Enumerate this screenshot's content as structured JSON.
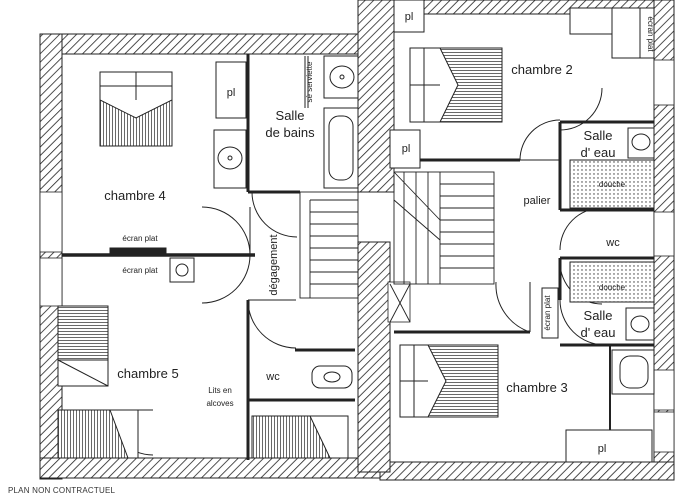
{
  "rooms": {
    "chambre4": "chambre 4",
    "chambre5": "chambre 5",
    "chambre2": "chambre 2",
    "chambre3": "chambre 3",
    "salle_de_bains_line1": "Salle",
    "salle_de_bains_line2": "de bains",
    "salle_eau_top_line1": "Salle",
    "salle_eau_top_line2": "d' eau",
    "salle_eau_bottom_line1": "Salle",
    "salle_eau_bottom_line2": "d' eau",
    "palier": "palier",
    "degagement": "dégagement",
    "wc_left": "wc",
    "wc_right": "wc"
  },
  "fixtures": {
    "pl": "pl",
    "ecran_plat": "écran plat",
    "seche_serviette": "sè serviette",
    "douche": "douche",
    "lits_line1": "Lits en",
    "lits_line2": "alcoves"
  },
  "footer": "PLAN NON CONTRACTUEL"
}
